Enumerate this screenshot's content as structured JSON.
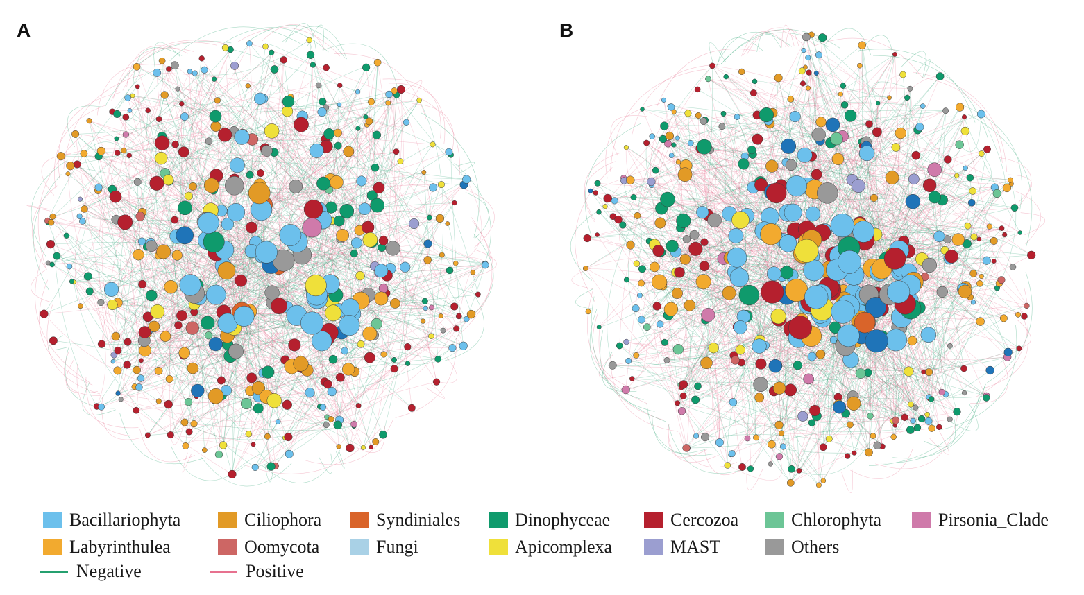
{
  "panels": [
    {
      "label": "A"
    },
    {
      "label": "B"
    }
  ],
  "legend": {
    "categories": [
      {
        "name": "Bacillariophyta",
        "color": "#6cc0ec"
      },
      {
        "name": "Ciliophora",
        "color": "#e29a26"
      },
      {
        "name": "Syndiniales",
        "color": "#d9642a"
      },
      {
        "name": "Dinophyceae",
        "color": "#0f9a6c"
      },
      {
        "name": "Cercozoa",
        "color": "#b5202e"
      },
      {
        "name": "Chlorophyta",
        "color": "#6cc596"
      },
      {
        "name": "Pirsonia_Clade",
        "color": "#cf7aaa"
      },
      {
        "name": "Labyrinthulea",
        "color": "#f2aa2f"
      },
      {
        "name": "Oomycota",
        "color": "#cd6664"
      },
      {
        "name": "Fungi",
        "color": "#a9d1e6"
      },
      {
        "name": "Apicomplexa",
        "color": "#efe03a"
      },
      {
        "name": "MAST",
        "color": "#9b9ed0"
      },
      {
        "name": "Others",
        "color": "#999999"
      }
    ],
    "edges": [
      {
        "name": "Negative",
        "color": "#25a06f"
      },
      {
        "name": "Positive",
        "color": "#e7718f"
      }
    ]
  },
  "extra_colors": {
    "dark_blue": "#1f74b8"
  }
}
